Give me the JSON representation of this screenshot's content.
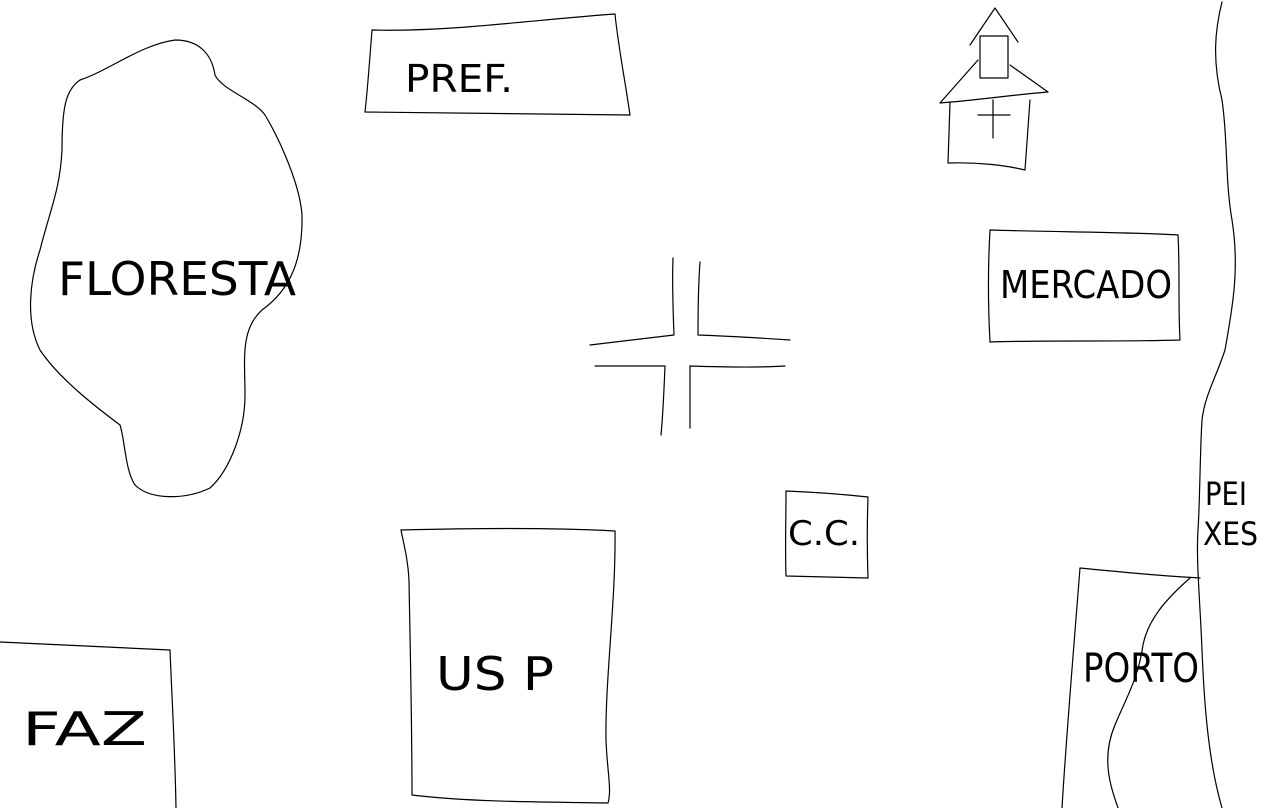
{
  "labels": {
    "floresta": "FLORESTA",
    "pref": "PREF.",
    "mercado": "MERCADO",
    "cc": "C.C.",
    "usp": "US P",
    "faz": "FAZ",
    "porto": "PORTO",
    "peixes_line1": "PEI",
    "peixes_line2": "XES"
  },
  "colors": {
    "background": "#ffffff",
    "ink": "#000000"
  },
  "icons": {
    "church": "church-icon",
    "crossroads": "crossroads-icon"
  }
}
